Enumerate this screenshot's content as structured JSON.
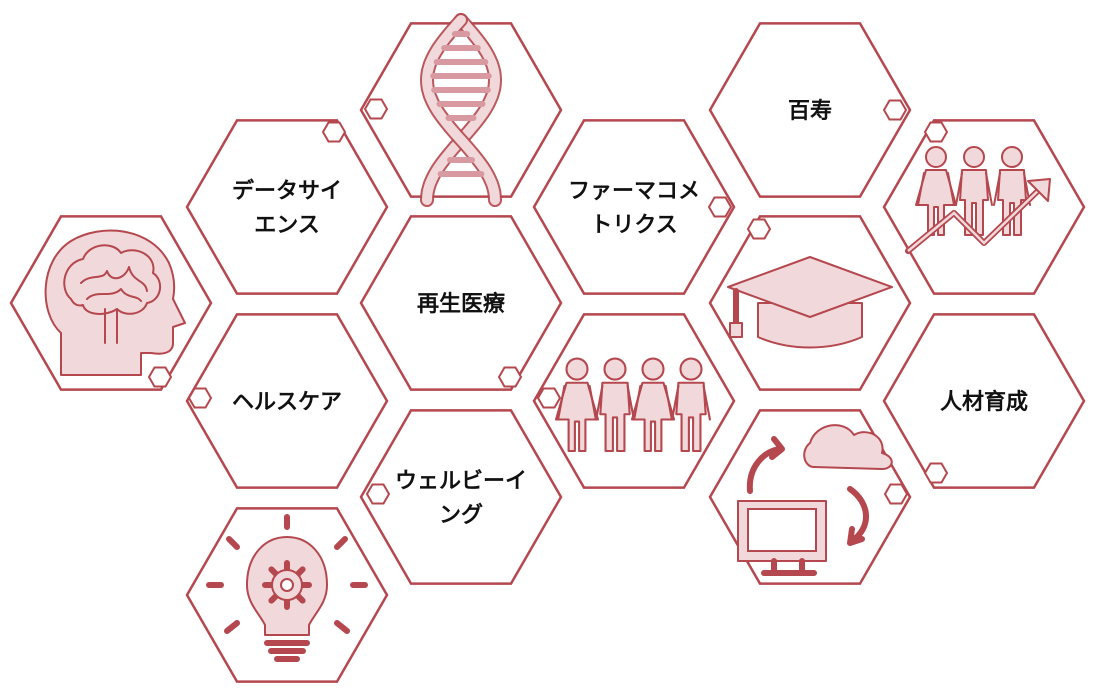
{
  "colors": {
    "outline": "#b5474e",
    "icon_fill": "#f1d9db",
    "text": "#111111",
    "background": "#ffffff"
  },
  "tiles": [
    {
      "name": "brain-head",
      "kind": "icon",
      "icon": "brain-head-icon"
    },
    {
      "name": "lightbulb-gear",
      "kind": "icon",
      "icon": "lightbulb-gear-icon"
    },
    {
      "name": "data-science",
      "kind": "text",
      "lines": [
        "データサイ",
        "エンス"
      ]
    },
    {
      "name": "healthcare",
      "kind": "text",
      "lines": [
        "ヘルスケア"
      ]
    },
    {
      "name": "dna",
      "kind": "icon",
      "icon": "dna-icon"
    },
    {
      "name": "regenerative-medicine",
      "kind": "text",
      "lines": [
        "再生医療"
      ]
    },
    {
      "name": "wellbeing",
      "kind": "text",
      "lines": [
        "ウェルビーイ",
        "ング"
      ]
    },
    {
      "name": "pharmacometrics",
      "kind": "text",
      "lines": [
        "ファーマコメ",
        "トリクス"
      ]
    },
    {
      "name": "people-group",
      "kind": "icon",
      "icon": "people-group-icon"
    },
    {
      "name": "longevity",
      "kind": "text",
      "lines": [
        "百寿"
      ]
    },
    {
      "name": "graduation-cap",
      "kind": "icon",
      "icon": "graduation-cap-icon"
    },
    {
      "name": "cloud-computer",
      "kind": "icon",
      "icon": "cloud-computer-icon"
    },
    {
      "name": "growth-people",
      "kind": "icon",
      "icon": "growth-people-icon"
    },
    {
      "name": "human-resource-development",
      "kind": "text",
      "lines": [
        "人材育成"
      ]
    }
  ]
}
